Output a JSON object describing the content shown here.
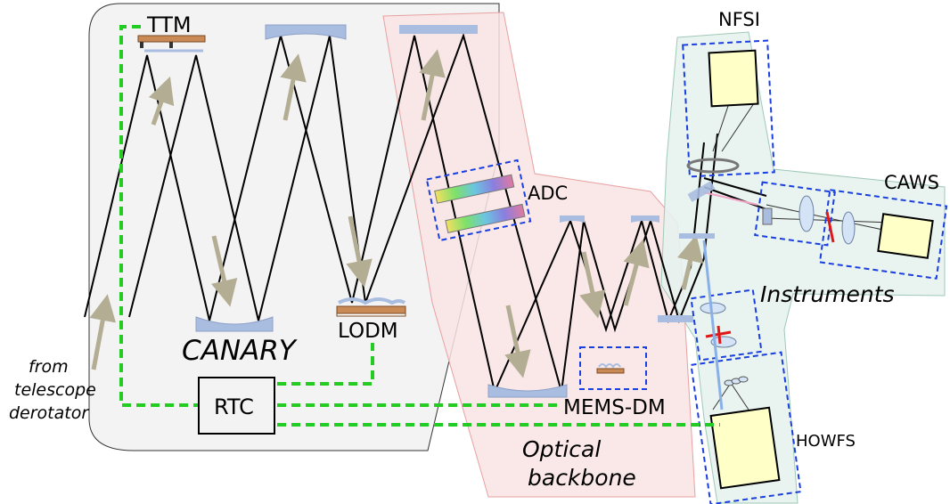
{
  "labels": {
    "ttm": "TTM",
    "canary": "CANARY",
    "lodm": "LODM",
    "rtc": "RTC",
    "adc": "ADC",
    "mems_dm": "MEMS-DM",
    "optical_backbone_line1": "Optical",
    "optical_backbone_line2": "backbone",
    "nfsi": "NFSI",
    "caws": "CAWS",
    "instruments": "Instruments",
    "howfs": "HOWFS",
    "from_line1": "from",
    "from_line2": "telescope",
    "from_line3": "derotator"
  },
  "colors": {
    "canary_bg": "#f3f3f3",
    "backbone_bg": "#f9e4e4",
    "backbone_border": "#e8a0a0",
    "instruments_bg": "#e7f2ee",
    "instruments_border": "#9fc9b6",
    "control_link": "#22cc22",
    "dashed_box": "#1a3fe0",
    "mirror_blue": "#a9bde0",
    "dm_brown": "#c98a55",
    "detector_yellow": "#ffffc8",
    "arrow_khaki": "#b3ad94"
  }
}
